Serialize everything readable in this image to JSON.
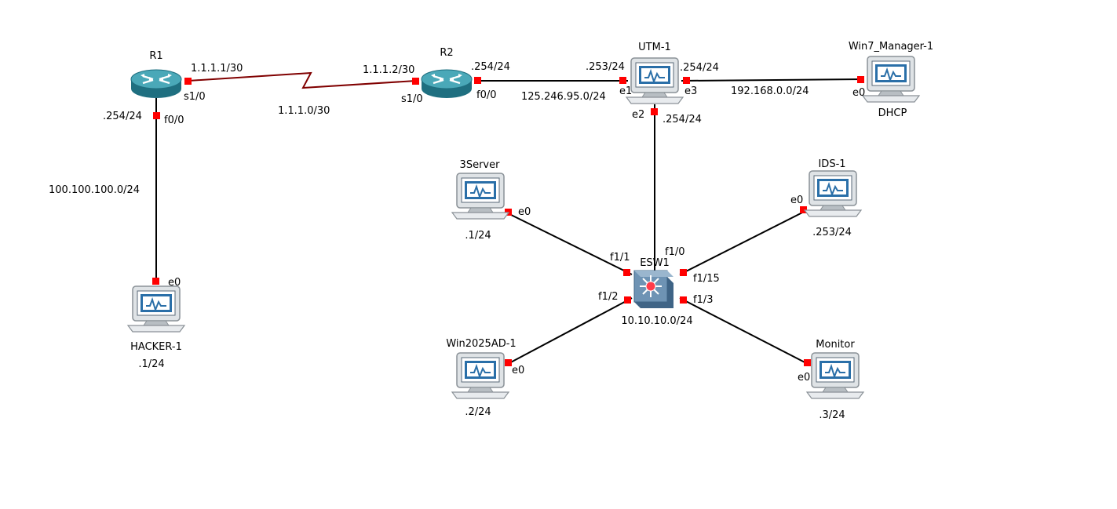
{
  "nodes": {
    "r1": {
      "label": "R1",
      "icon": "router-icon"
    },
    "r2": {
      "label": "R2",
      "icon": "router-icon"
    },
    "utm": {
      "label": "UTM-1",
      "icon": "computer-icon"
    },
    "win7": {
      "label": "Win7_Manager-1",
      "icon": "computer-icon",
      "note": "DHCP"
    },
    "hacker": {
      "label": "HACKER-1",
      "icon": "computer-icon",
      "ip": ".1/24"
    },
    "server3": {
      "label": "3Server",
      "icon": "computer-icon",
      "ip": ".1/24"
    },
    "ids": {
      "label": "IDS-1",
      "icon": "computer-icon",
      "ip": ".253/24"
    },
    "esw": {
      "label": "ESW1",
      "icon": "switch-icon",
      "subnet": "10.10.10.0/24"
    },
    "win2025": {
      "label": "Win2025AD-1",
      "icon": "computer-icon",
      "ip": ".2/24"
    },
    "monitor": {
      "label": "Monitor",
      "icon": "computer-icon",
      "ip": ".3/24"
    }
  },
  "links": {
    "r1_r2": {
      "a_ip": "1.1.1.1/30",
      "a_port": "s1/0",
      "b_ip": "1.1.1.2/30",
      "b_port": "s1/0",
      "subnet": "1.1.1.0/30"
    },
    "r1_hacker": {
      "a_ip": ".254/24",
      "a_port": "f0/0",
      "b_port": "e0",
      "subnet": "100.100.100.0/24"
    },
    "r2_utm": {
      "a_ip": ".254/24",
      "a_port": "f0/0",
      "b_ip": ".253/24",
      "b_port": "e1",
      "subnet": "125.246.95.0/24"
    },
    "utm_win7": {
      "a_ip": ".254/24",
      "a_port": "e3",
      "b_port": "e0",
      "subnet": "192.168.0.0/24"
    },
    "utm_esw": {
      "a_port": "e2",
      "a_ip": ".254/24",
      "b_port": "f1/0"
    },
    "esw_server3": {
      "a_port": "f1/1",
      "b_port": "e0"
    },
    "esw_ids": {
      "a_port": "f1/15",
      "b_port": "e0"
    },
    "esw_win2025": {
      "a_port": "f1/2",
      "b_port": "e0"
    },
    "esw_monitor": {
      "a_port": "f1/3",
      "b_port": "e0"
    }
  },
  "colors": {
    "ethernet_link": "#000000",
    "serial_link": "#800000",
    "port_marker": "#ff0000",
    "router_body": "#2f8fa0",
    "switch_body": "#5f86a8",
    "monitor_screen": "#2a6fa8"
  }
}
